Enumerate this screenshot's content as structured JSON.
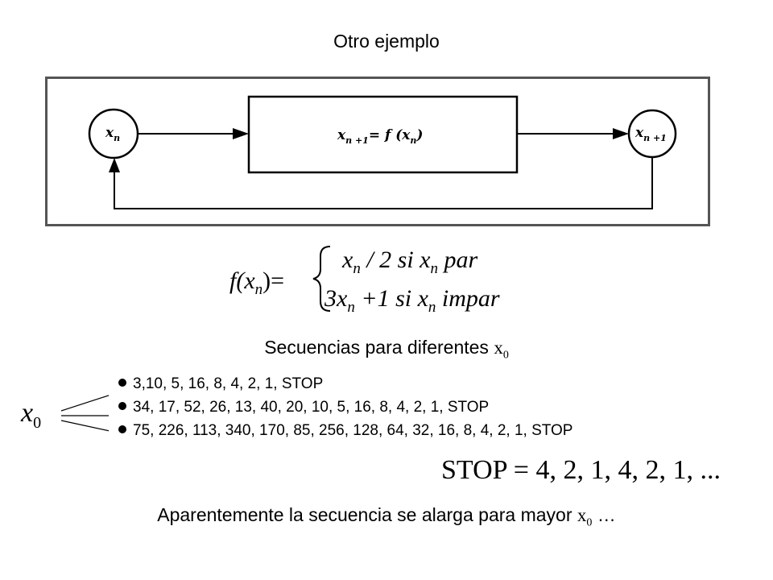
{
  "title": "Otro ejemplo",
  "diagram": {
    "input_node": "x",
    "input_sub": "n",
    "output_node": "x",
    "output_sub": "n +1",
    "box_lhs": "x",
    "box_lhs_sub": "n +1",
    "box_rhs": "= f (x",
    "box_rhs_sub": "n",
    "box_rhs_end": ")"
  },
  "formula": {
    "lhs": "f(x",
    "lhs_sub": "n",
    "lhs_end": ")=",
    "case1": "x",
    "case1_sub": "n",
    "case1_rest": " / 2 si x",
    "case1_sub2": "n",
    "case1_end": "  par",
    "case2": "3x",
    "case2_sub": "n",
    "case2_rest": " +1 si x",
    "case2_sub2": "n",
    "case2_end": " impar"
  },
  "subtitle": {
    "text": "Secuencias para diferentes ",
    "var": "x",
    "var_sub": "0"
  },
  "x0_label": {
    "var": "x",
    "sub": "0"
  },
  "sequences": [
    "3,10, 5, 16, 8, 4, 2, 1, STOP",
    "34, 17, 52, 26, 13, 40, 20, 10, 5, 16, 8, 4, 2, 1, STOP",
    "75, 226, 113, 340, 170, 85, 256, 128, 64, 32, 16, 8, 4, 2, 1, STOP"
  ],
  "stop_definition": "STOP = 4, 2, 1, 4, 2, 1, ...",
  "conclusion": {
    "text": "Aparentemente la secuencia se alarga para mayor ",
    "var": "x",
    "var_sub": "0",
    "ellipsis": " …"
  }
}
